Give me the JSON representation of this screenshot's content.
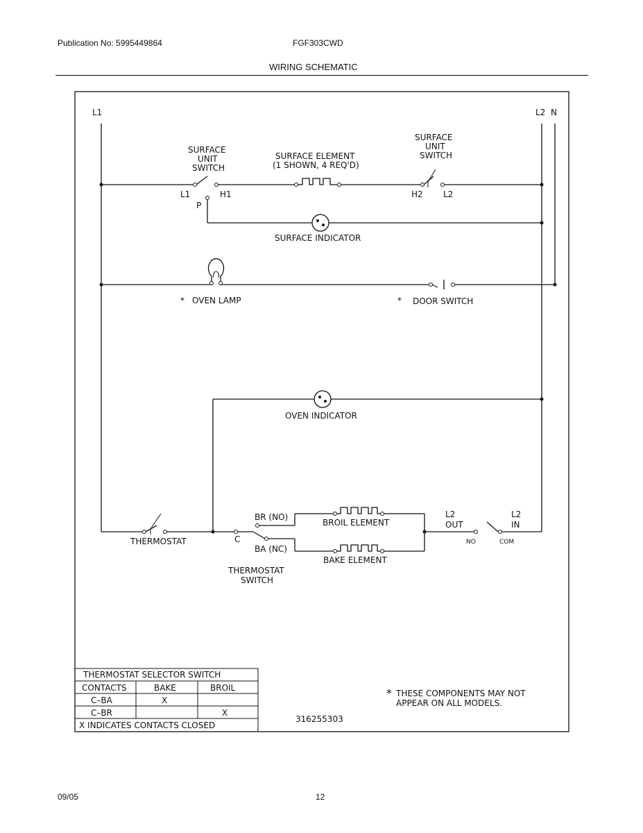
{
  "header": {
    "publication": "Publication No: 5995449864",
    "model": "FGF303CWD",
    "title": "WIRING SCHEMATIC"
  },
  "footer": {
    "date": "09/05",
    "page": "12"
  },
  "schematic": {
    "rails": {
      "l1": "L1",
      "l2": "L2",
      "n": "N"
    },
    "surface_switch_left": {
      "line1": "SURFACE",
      "line2": "UNIT",
      "line3": "SWITCH",
      "t_l1": "L1",
      "t_h1": "H1",
      "t_p": "P"
    },
    "surface_element": {
      "line1": "SURFACE ELEMENT",
      "line2": "(1 SHOWN, 4 REQ'D)"
    },
    "surface_switch_right": {
      "line1": "SURFACE",
      "line2": "UNIT",
      "line3": "SWITCH",
      "t_h2": "H2",
      "t_l2": "L2"
    },
    "surface_indicator": "SURFACE INDICATOR",
    "oven_lamp": "OVEN LAMP",
    "door_switch": "DOOR SWITCH",
    "asterisk": "*",
    "oven_indicator": "OVEN INDICATOR",
    "thermostat": "THERMOSTAT",
    "thermostat_switch": {
      "line1": "THERMOSTAT",
      "line2": "SWITCH",
      "c": "C",
      "br": "BR (NO)",
      "ba": "BA (NC)"
    },
    "broil_element": "BROIL ELEMENT",
    "bake_element": "BAKE ELEMENT",
    "relay": {
      "out1": "L2",
      "out2": "OUT",
      "in1": "L2",
      "in2": "IN",
      "no": "NO",
      "com": "COM"
    },
    "part_number": "316255303",
    "note": {
      "line1": "THESE COMPONENTS MAY NOT",
      "line2": "APPEAR ON ALL MODELS."
    }
  },
  "selector_table": {
    "title": "THERMOSTAT SELECTOR SWITCH",
    "headers": [
      "CONTACTS",
      "BAKE",
      "BROIL"
    ],
    "rows": [
      [
        "C–BA",
        "X",
        ""
      ],
      [
        "C–BR",
        "",
        "X"
      ]
    ],
    "footnote": "X INDICATES CONTACTS CLOSED"
  }
}
